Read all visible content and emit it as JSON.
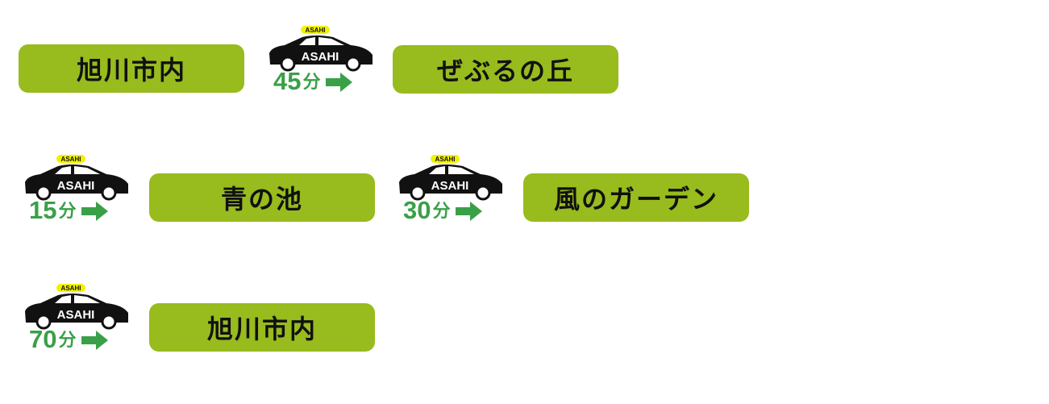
{
  "colors": {
    "pill_bg": "#98bb1e",
    "pill_text": "#111111",
    "time_text": "#3aa048",
    "taxi_body": "#111111",
    "sign_bg": "#f2f200"
  },
  "taxi_brand": "ASAHI",
  "rows": [
    {
      "from": "旭川市内",
      "leg": {
        "minutes": "45",
        "unit": "分"
      },
      "to": "ぜぶるの丘"
    },
    {
      "legs": [
        {
          "minutes": "15",
          "unit": "分",
          "to": "青の池"
        },
        {
          "minutes": "30",
          "unit": "分",
          "to": "風のガーデン"
        }
      ]
    },
    {
      "legs": [
        {
          "minutes": "70",
          "unit": "分",
          "to": "旭川市内"
        }
      ]
    }
  ]
}
